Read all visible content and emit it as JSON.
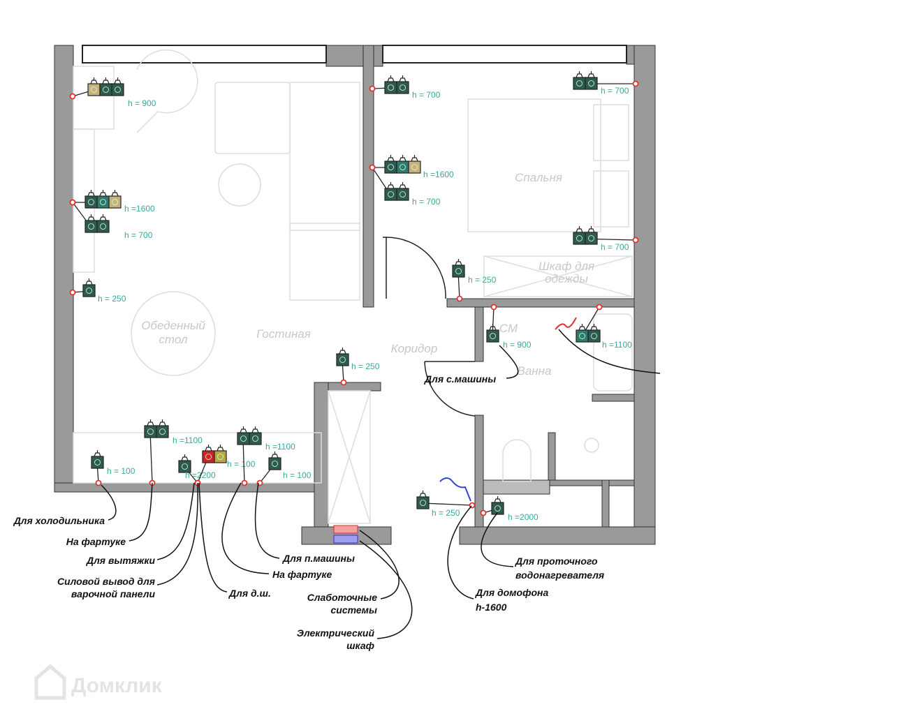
{
  "rooms": {
    "living": "Гостиная",
    "dining_1": "Обеденный",
    "dining_2": "стол",
    "bedroom": "Спальня",
    "wardrobe_1": "Шкаф для",
    "wardrobe_2": "одежды",
    "corridor": "Коридор",
    "bath": "Ванна",
    "washer_mark": "СМ"
  },
  "sockets": [
    {
      "h": "h = 900",
      "types": [
        "beige",
        "green",
        "green"
      ]
    },
    {
      "h": "h =1600",
      "types": [
        "green",
        "teal",
        "beige"
      ]
    },
    {
      "h": "h = 700",
      "types": [
        "green",
        "green"
      ]
    },
    {
      "h": "h = 250",
      "types": [
        "green"
      ]
    },
    {
      "h": "h = 700",
      "types": [
        "green",
        "green"
      ]
    },
    {
      "h": "h =1600",
      "types": [
        "green",
        "teal",
        "beige"
      ]
    },
    {
      "h": "h = 700",
      "types": [
        "green",
        "green"
      ]
    },
    {
      "h": "h = 700",
      "types": [
        "green",
        "green"
      ]
    },
    {
      "h": "h = 700",
      "types": [
        "green",
        "green"
      ]
    },
    {
      "h": "h = 250",
      "types": [
        "green"
      ]
    },
    {
      "h": "h = 250",
      "types": [
        "green"
      ]
    },
    {
      "h": "h =1100",
      "types": [
        "green",
        "green"
      ]
    },
    {
      "h": "h = 100",
      "types": [
        "green"
      ]
    },
    {
      "h": "h =2200",
      "types": [
        "green"
      ]
    },
    {
      "h": "h = 100",
      "types": [
        "red",
        "yellow"
      ]
    },
    {
      "h": "h =1100",
      "types": [
        "green",
        "green"
      ]
    },
    {
      "h": "h = 100",
      "types": [
        "green"
      ]
    },
    {
      "h": "h = 900",
      "types": [
        "green"
      ]
    },
    {
      "h": "h =1100",
      "types": [
        "teal",
        "green"
      ]
    },
    {
      "h": "h = 250",
      "types": [
        "green"
      ]
    },
    {
      "h": "h =2000",
      "types": [
        "green"
      ]
    }
  ],
  "annotations": {
    "fridge": "Для холодильника",
    "apron1": "На фартуке",
    "hood": "Для вытяжки",
    "hob_1": "Силовой вывод для",
    "hob_2": "варочной панели",
    "dishwasher": "Для д.ш.",
    "dishwasher2": "Для п.машины",
    "apron2": "На фартуке",
    "lowcurrent_1": "Слаботочные",
    "lowcurrent_2": "системы",
    "panel_1": "Электрический",
    "panel_2": "шкаф",
    "washer": "Для с.машины",
    "heater_1": "Для проточного",
    "heater_2": "водонагревателя",
    "intercom_1": "Для домофона",
    "intercom_2": "h-1600"
  },
  "watermark": "Домклик",
  "colors": {
    "wall": "#9a9a9a",
    "socket": "#2f5a4e",
    "label": "#3aa89a",
    "point": "#e03030"
  }
}
